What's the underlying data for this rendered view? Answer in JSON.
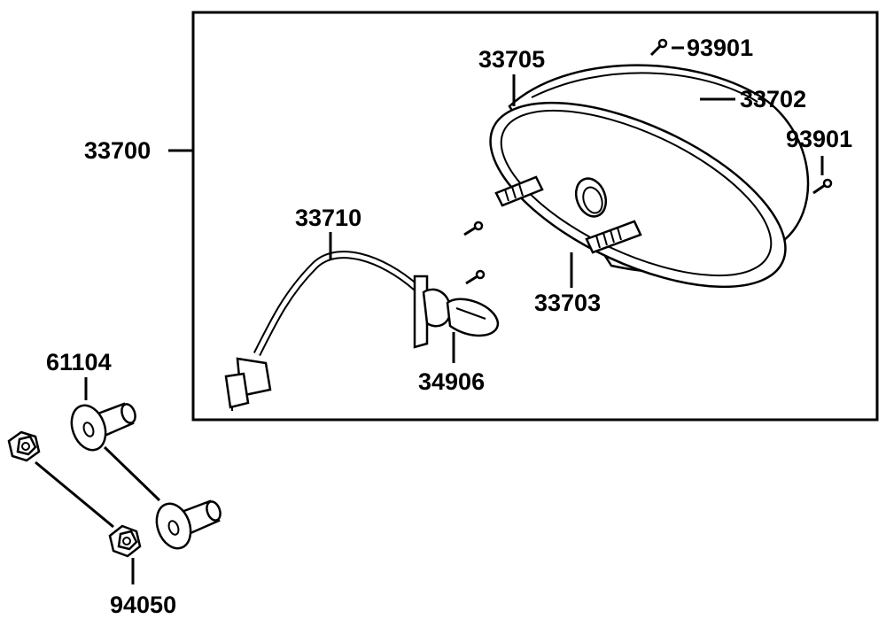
{
  "diagram": {
    "labels": {
      "assembly": "33700",
      "housing_front": "33705",
      "screw_top": "93901",
      "housing_rear": "33702",
      "screw_right": "93901",
      "wiring_harness": "33710",
      "lens_base": "33703",
      "bulb": "34906",
      "collar": "61104",
      "nut": "94050"
    }
  }
}
